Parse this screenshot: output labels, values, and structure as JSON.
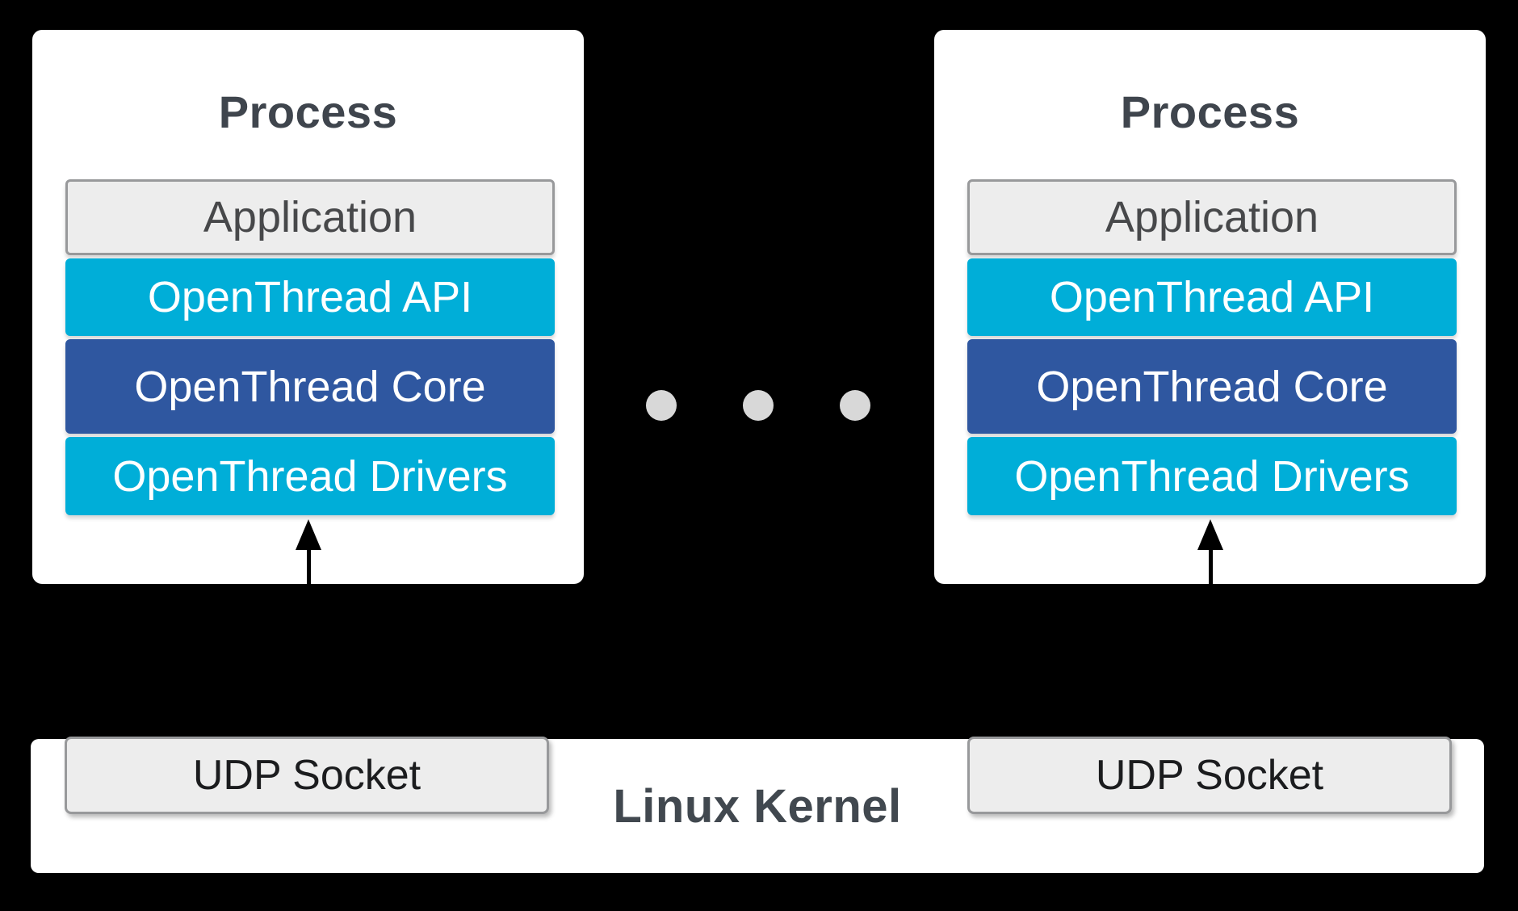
{
  "colors": {
    "background": "#000000",
    "panel_white": "#FFFFFF",
    "cyan": "#00AED8",
    "blue": "#2F57A0",
    "gray_fill": "#EDEDED",
    "gray_border": "#98999B",
    "dot": "#D8D8D8",
    "process_title_text": "#3F454D",
    "kernel_title_text": "#41484F",
    "application_text": "#47484A",
    "udp_text": "#1B1C1E",
    "layer_text_light": "#FFFFFF",
    "arrow": "#000000"
  },
  "processes": [
    {
      "title": "Process",
      "layers": [
        {
          "name": "application",
          "label": "Application"
        },
        {
          "name": "openthread-api",
          "label": "OpenThread API"
        },
        {
          "name": "openthread-core",
          "label": "OpenThread Core"
        },
        {
          "name": "openthread-drivers",
          "label": "OpenThread Drivers"
        }
      ]
    },
    {
      "title": "Process",
      "layers": [
        {
          "name": "application",
          "label": "Application"
        },
        {
          "name": "openthread-api",
          "label": "OpenThread API"
        },
        {
          "name": "openthread-core",
          "label": "OpenThread Core"
        },
        {
          "name": "openthread-drivers",
          "label": "OpenThread Drivers"
        }
      ]
    }
  ],
  "ellipsis": {
    "dot_count": 3
  },
  "kernel": {
    "label": "Linux Kernel",
    "sockets": [
      {
        "label": "UDP Socket"
      },
      {
        "label": "UDP Socket"
      }
    ]
  }
}
